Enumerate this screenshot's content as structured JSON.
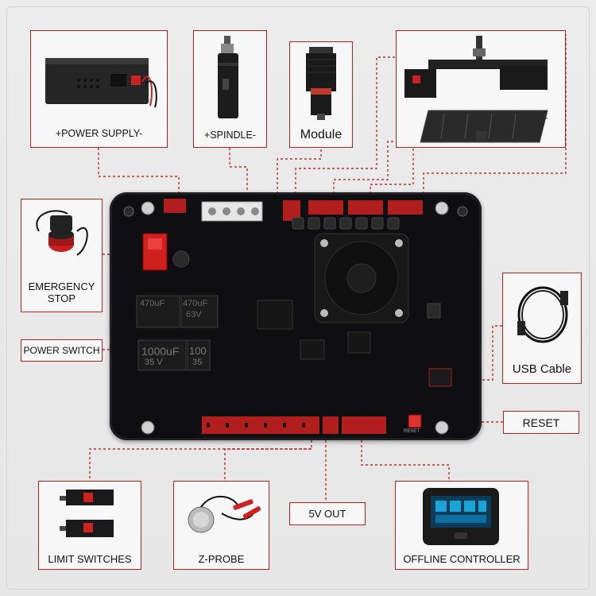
{
  "labels": {
    "power_supply": "+POWER SUPPLY-",
    "spindle": "+SPINDLE-",
    "module": "Module",
    "emergency_stop": "EMERGENCY\nSTOP",
    "power_switch": "POWER SWITCH",
    "usb_cable": "USB Cable",
    "reset": "RESET",
    "limit_switches": "LIMIT SWITCHES",
    "z_probe": "Z-PROBE",
    "five_v_out": "5V OUT",
    "offline_controller": "OFFLINE CONTROLLER"
  },
  "board_silkscreen": {
    "cap1": "470uF",
    "cap1b": "63V",
    "cap2": "1000uF",
    "cap2b": "35  V",
    "cap3": "100",
    "cap3b": "35",
    "reset_small": "RESET"
  },
  "colors": {
    "accent": "#b52222",
    "board": "#0f0f11",
    "connector": "#b01e1e"
  }
}
